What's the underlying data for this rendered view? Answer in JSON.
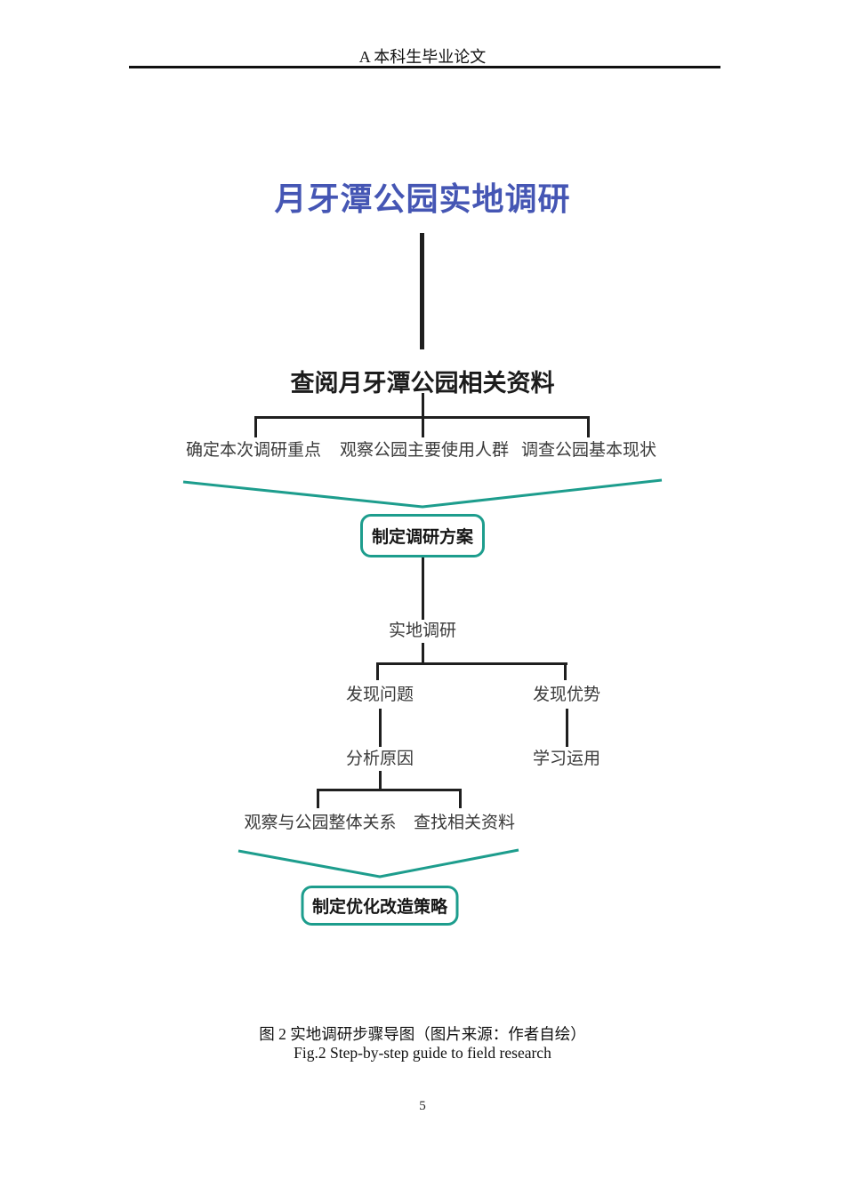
{
  "header": {
    "text": "A 本科生毕业论文"
  },
  "flowchart": {
    "title": "月牙潭公园实地调研",
    "research_materials": "查阅月牙潭公园相关资料",
    "branches": [
      "确定本次调研重点",
      "观察公园主要使用人群",
      "调查公园基本现状"
    ],
    "plan_box": "制定调研方案",
    "field_research": "实地调研",
    "find_problems": "发现问题",
    "find_advantages": "发现优势",
    "analyze_causes": "分析原因",
    "learn_apply": "学习运用",
    "observe_relation": "观察与公园整体关系",
    "find_related": "查找相关资料",
    "strategy_box": "制定优化改造策略",
    "colors": {
      "teal": "#1d9d8d",
      "blue": "#4556b4"
    }
  },
  "caption": {
    "zh": "图 2 实地调研步骤导图（图片来源：作者自绘）",
    "en": "Fig.2 Step-by-step guide to field research"
  },
  "footer": {
    "page_number": "5"
  }
}
